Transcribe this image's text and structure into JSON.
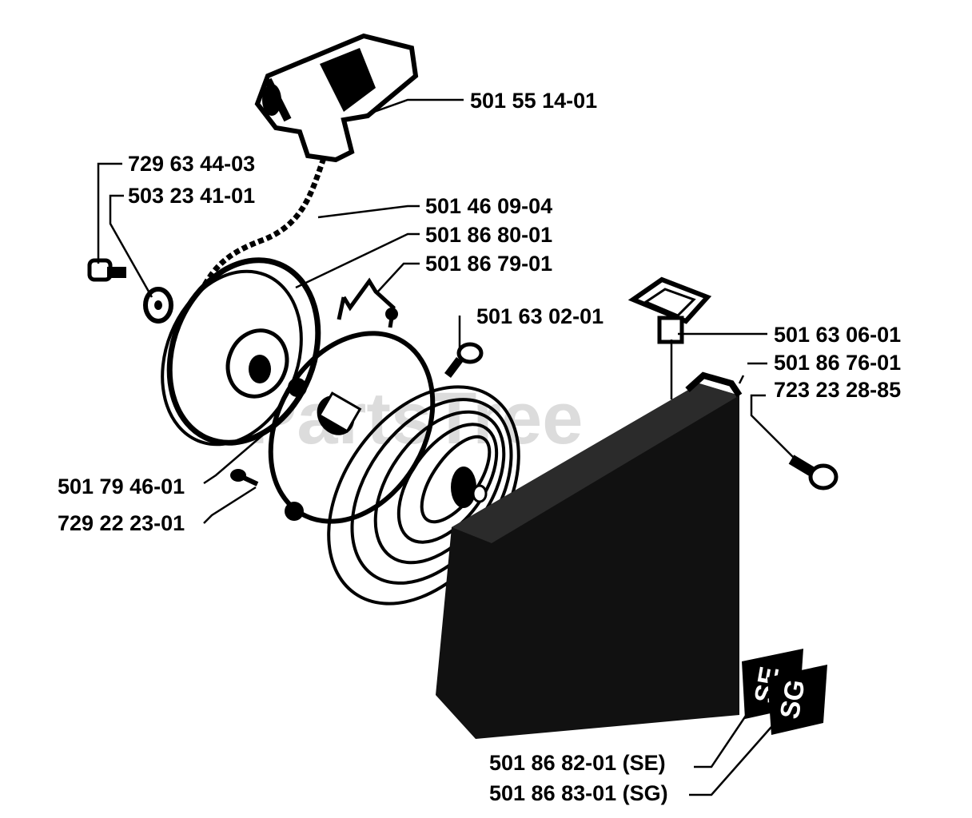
{
  "diagram": {
    "watermark": "PartsTree",
    "labels": {
      "l1": "501 55 14-01",
      "l2": "729 63 44-03",
      "l3": "503 23 41-01",
      "l4": "501 46 09-04",
      "l5": "501 86 80-01",
      "l6": "501 86 79-01",
      "l7": "501 63 02-01",
      "l8": "501 63 06-01",
      "l9": "501 86 76-01",
      "l10": "723 23 28-85",
      "l11": "501 79 46-01",
      "l12": "729 22 23-01",
      "l13": "501 86 82-01 (SE)",
      "l14": "501 86 83-01 (SG)"
    },
    "decal_se": "SE",
    "decal_sg": "SG"
  }
}
